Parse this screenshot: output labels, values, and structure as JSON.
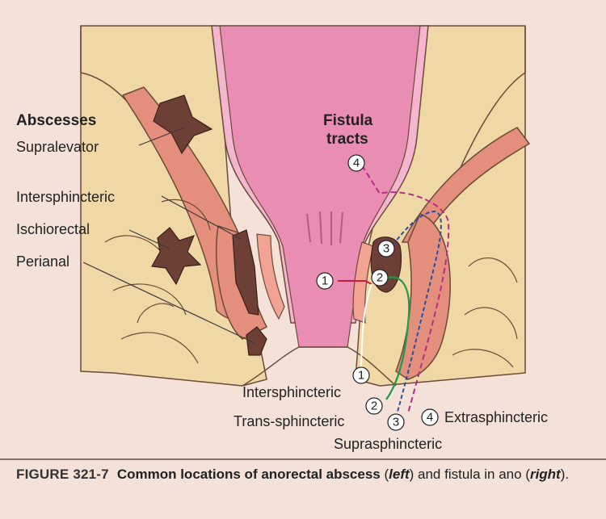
{
  "left": {
    "heading": "Abscesses",
    "labels": {
      "supralevator": "Supralevator",
      "intersphincteric": "Intersphincteric",
      "ischiorectal": "Ischiorectal",
      "perianal": "Perianal"
    }
  },
  "right": {
    "heading_line1": "Fistula",
    "heading_line2": "tracts",
    "markers": {
      "m1": "1",
      "m2": "2",
      "m3": "3",
      "m4": "4"
    },
    "labels": {
      "intersphincteric": "Intersphincteric",
      "trans_sphincteric": "Trans-sphincteric",
      "suprasphincteric": "Suprasphincteric",
      "extrasphincteric": "Extrasphincteric"
    }
  },
  "colors": {
    "background": "#f4e1d8",
    "fat": "#f0d8a6",
    "muscle": "#e48f7c",
    "mucosa": "#ea8db5",
    "abscess": "#6e3f36",
    "tract_intersphincteric": "#c61b3f",
    "tract_trans": "#1f9a4c",
    "tract_supra": "#2a4fa0",
    "tract_extra": "#b52d8a"
  },
  "caption": {
    "figure": "FIGURE 321-7",
    "bold_text": "Common locations of anorectal abscess",
    "p1": " (",
    "left_word": "left",
    "p2": ") and fistula in ano (",
    "right_word": "right",
    "p3": ")."
  }
}
